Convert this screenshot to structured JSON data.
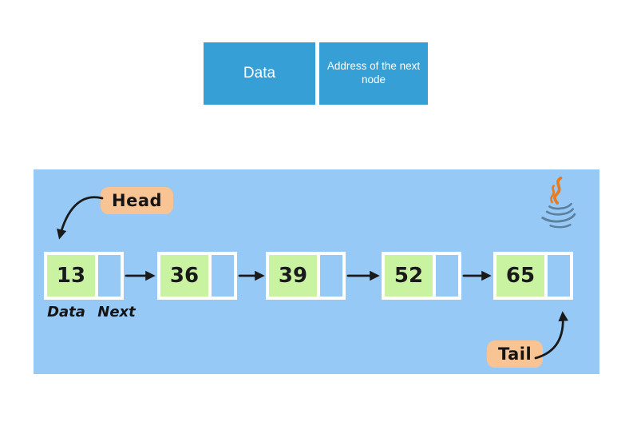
{
  "node_structure": {
    "data_label": "Data",
    "address_label": "Address of the next node"
  },
  "linked_list": {
    "head_label": "Head",
    "tail_label": "Tail",
    "field_labels": {
      "data": "Data",
      "next": "Next"
    },
    "nodes": [
      {
        "value": "13"
      },
      {
        "value": "36"
      },
      {
        "value": "39"
      },
      {
        "value": "52"
      },
      {
        "value": "65"
      }
    ],
    "logo": "java-logo"
  },
  "colors": {
    "top_box_blue": "#369fd5",
    "panel_blue": "#97c9f7",
    "node_green": "#c9f2a1",
    "label_peach": "#f8c494",
    "arrow_black": "#1a1a1a",
    "java_cup_blue": "#5b7f9d",
    "java_steam_orange": "#e87b1e"
  }
}
